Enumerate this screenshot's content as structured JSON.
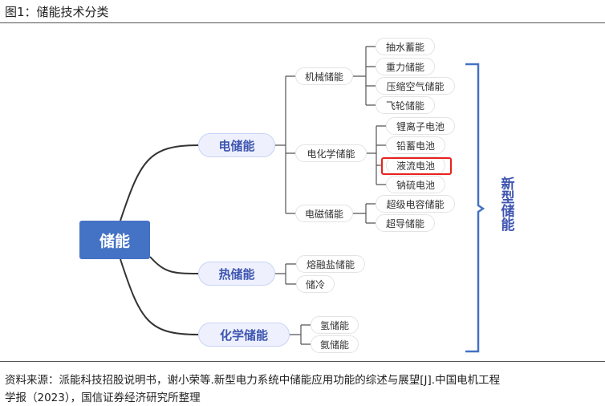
{
  "title": "图1：储能技术分类",
  "root": "储能",
  "categories": [
    {
      "label": "电储能",
      "children": [
        {
          "label": "机械储能",
          "children": [
            "抽水蓄能",
            "重力储能",
            "压缩空气储能",
            "飞轮储能"
          ]
        },
        {
          "label": "电化学储能",
          "children": [
            "锂离子电池",
            "铅蓄电池",
            "液流电池",
            "钠硫电池"
          ]
        },
        {
          "label": "电磁储能",
          "children": [
            "超级电容储能",
            "超导储能"
          ]
        }
      ]
    },
    {
      "label": "热储能",
      "children": [
        {
          "label": "熔融盐储能"
        },
        {
          "label": "储冷"
        }
      ]
    },
    {
      "label": "化学储能",
      "children": [
        {
          "label": "氢储能"
        },
        {
          "label": "氨储能"
        }
      ]
    }
  ],
  "highlighted": "液流电池",
  "bracket_label": "新型储能",
  "source_line1": "资料来源：派能科技招股说明书，谢小荣等.新型电力系统中储能应用功能的综述与展望[J].中国电机工程",
  "source_line2": "学报（2023），国信证券经济研究所整理",
  "colors": {
    "accent": "#4472c4",
    "highlight": "#e8221d"
  }
}
